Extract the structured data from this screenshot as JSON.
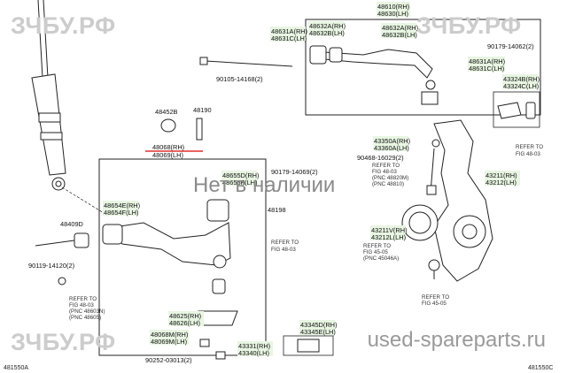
{
  "watermarks": {
    "brand_top_left": "ЗЧБУ.РФ",
    "brand_top_right": "ЗЧБУ.РФ",
    "brand_bottom_left": "ЗЧБУ.РФ",
    "stock_status": "Нет в наличии",
    "site": "used-spareparts.ru"
  },
  "corner_codes": {
    "left": "481550A",
    "right": "481550C"
  },
  "part_labels": {
    "p48610": "48610(RH)",
    "p48630": "48630(LH)",
    "p48631A": "48631A(RH)",
    "p48631C": "48631C(LH)",
    "p48632A_a": "48632A(RH)",
    "p48632B_a": "48632B(LH)",
    "p48632A_b": "48632A(RH)",
    "p48632B_b": "48632B(LH)",
    "p48631A_b": "48631A(RH)",
    "p48631C_b": "48631C(LH)",
    "p90179_14062": "90179-14062(2)",
    "p90105_14168": "90105-14168(2)",
    "p43324B": "43324B(RH)",
    "p43324C": "43324C(LH)",
    "p48452B": "48452B",
    "p48190": "48190",
    "p48068": "48068(RH)",
    "p48069": "48069(LH)",
    "p48655D": "48655D(RH)",
    "p48655F": "48655F(LH)",
    "p48654E": "48654E(RH)",
    "p48654F": "48654F(LH)",
    "p90179_14069": "90179-14069(2)",
    "p48198": "48198",
    "p48409D": "48409D",
    "p90119_14120": "90119-14120(2)",
    "p43350A": "43350A(RH)",
    "p43360A": "43360A(LH)",
    "p90468_16029": "90468-16029(2)",
    "p43211_RH": "43211(RH)",
    "p43212_LH": "43212(LH)",
    "p43211V": "43211V(RH)",
    "p43212L": "43212L(LH)",
    "p48625": "48625(RH)",
    "p48626": "48626(LH)",
    "p48068M": "48068M(RH)",
    "p48069M": "48069M(LH)",
    "p43331": "43331(RH)",
    "p43340": "43340(LH)",
    "p90252": "90252-03013(2)",
    "p43345D": "43345D(RH)",
    "p43345E": "43345E(LH)"
  },
  "references": {
    "ref_steer_top_1": "REFER TO",
    "ref_steer_top_2": "FIG 48-03",
    "ref_stab_1": "REFER TO",
    "ref_stab_2": "FIG 48-03",
    "ref_stab_3": "(PNC 48820M)",
    "ref_stab_4": "(PNC 48810)",
    "ref_mid_1": "REFER TO",
    "ref_mid_2": "FIG 48-03",
    "ref_left_1": "REFER TO",
    "ref_left_2": "FIG 48-03",
    "ref_left_3": "(PNC 48603N)",
    "ref_left_4": "(PNC 48605)",
    "ref_hub_1": "REFER TO",
    "ref_hub_2": "FIG 45-05",
    "ref_hub_3": "(PNC 45046A)",
    "ref_ball_1": "REFER TO",
    "ref_ball_2": "FIG 45-05"
  }
}
